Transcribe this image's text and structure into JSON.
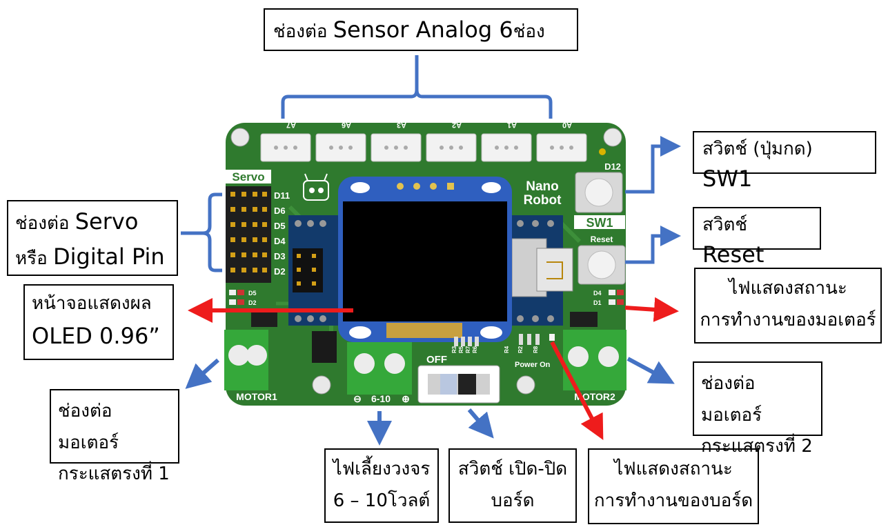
{
  "labels": {
    "sensor_prefix": "ช่องต่อ ",
    "sensor_main": "Sensor Analog 6",
    "sensor_suffix": "ช่อง",
    "servo_line1_prefix": "ช่องต่อ ",
    "servo_line1_main": "Servo",
    "servo_line2_prefix": "หรือ ",
    "servo_line2_main": "Digital Pin",
    "oled_line1": "หน้าจอแสดงผล",
    "oled_line2": "OLED 0.96”",
    "motor1_line1": "ช่องต่อมอเตอร์",
    "motor1_line2": "กระแสตรงที่ 1",
    "power_line1": "ไฟเลี้ยงวงจร",
    "power_line2": "6 – 10โวลต์",
    "onoff_line1": "สวิตช์ เปิด-ปิด",
    "onoff_line2": "บอร์ด",
    "boardled_line1": "ไฟแสดงสถานะ",
    "boardled_line2": "การทำงานของบอร์ด",
    "motor2_line1": "ช่องต่อมอเตอร์",
    "motor2_line2": "กระแสตรงที่ 2",
    "motorled_line1": "ไฟแสดงสถานะ",
    "motorled_line2": "การทำงานของมอเตอร์",
    "reset_prefix": "สวิตช์ ",
    "reset_main": "Reset",
    "sw1_prefix": "สวิตช์ (ปุ่มกด) ",
    "sw1_main": "SW1"
  },
  "board": {
    "analog_ports": [
      "A7",
      "A6",
      "A3",
      "A2",
      "A1",
      "A0"
    ],
    "servo_header": "Servo",
    "servo_pins": [
      "D11",
      "D6",
      "D5",
      "D4",
      "D3",
      "D2"
    ],
    "name_line1": "Nano",
    "name_line2": "Robot",
    "d12_label": "D12",
    "sw1_label": "SW1",
    "reset_label": "Reset",
    "motor1_label": "MOTOR1",
    "motor2_label": "MOTOR2",
    "power_input": "6-10",
    "off_label": "OFF",
    "power_on_label": "Power On",
    "led_labels": [
      "D5",
      "D2",
      "D4",
      "D1"
    ],
    "resistor_labels": [
      "R3",
      "R5",
      "R7",
      "R6",
      "R4",
      "R2",
      "R8"
    ]
  },
  "colors": {
    "pcb_green": "#2f7a2e",
    "bracket_blue": "#4472c4",
    "arrow_blue": "#4472c4",
    "arrow_red": "#ee1c1c",
    "screen_frame": "#2f5fbf",
    "terminal_green": "#35a83a"
  }
}
